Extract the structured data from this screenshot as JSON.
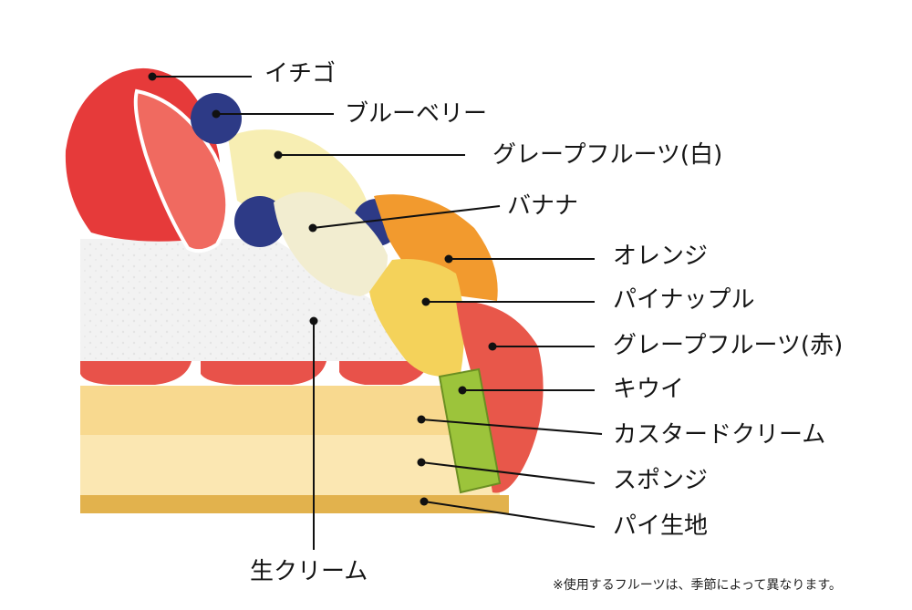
{
  "labels": {
    "strawberry": "イチゴ",
    "blueberry": "ブルーベリー",
    "grapefruit_white": "グレープフルーツ(白)",
    "banana": "バナナ",
    "orange": "オレンジ",
    "pineapple": "パイナップル",
    "grapefruit_red": "グレープフルーツ(赤)",
    "kiwi": "キウイ",
    "custard_cream": "カスタードクリーム",
    "sponge": "スポンジ",
    "pie_crust": "パイ生地",
    "fresh_cream": "生クリーム"
  },
  "note": "※使用するフルーツは、季節によって異なります。",
  "colors": {
    "strawberry": "#e63a3a",
    "blueberry": "#2d3a86",
    "banana": "#f2edd0",
    "orange": "#f29a2e",
    "pineapple": "#f4d25a",
    "grapefruit_red": "#e8574a",
    "kiwi": "#9cc43b",
    "custard": "#f9dfa0",
    "sponge": "#fbe9b8",
    "crust": "#e2b24d",
    "cream": "#f1f1f1"
  }
}
